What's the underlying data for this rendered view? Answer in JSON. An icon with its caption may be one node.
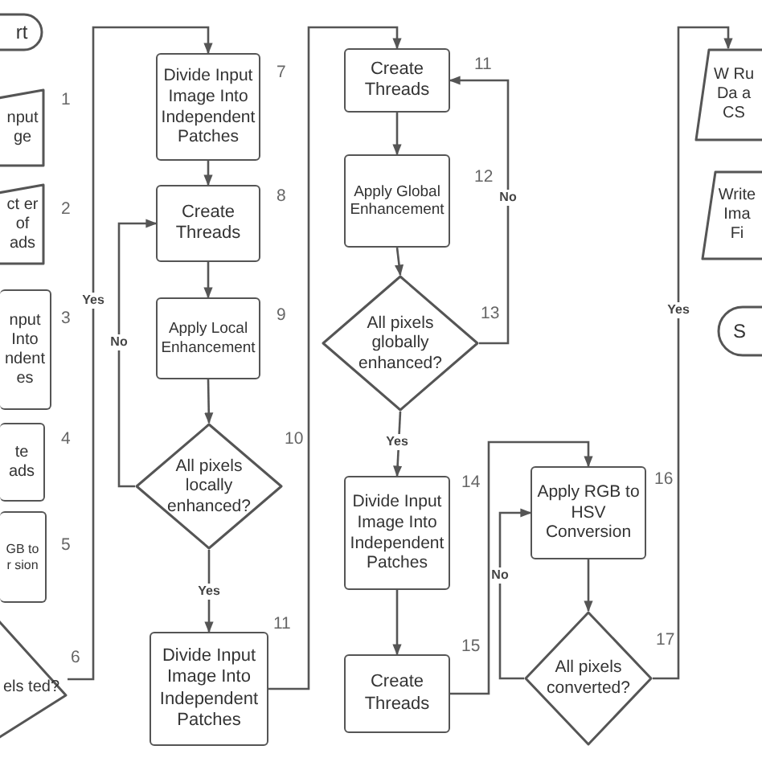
{
  "diagram": {
    "nodes": [
      {
        "text": [
          "rt"
        ]
      },
      {
        "text": [
          "nput ge"
        ],
        "beside": [
          "1"
        ]
      },
      {
        "text": [
          "ct er of ads"
        ],
        "beside": [
          "2"
        ]
      },
      {
        "text": [
          "nput Into ndent es"
        ],
        "beside": [
          "3"
        ]
      },
      {
        "text": [
          "te ads"
        ],
        "beside": [
          "4"
        ]
      },
      {
        "text": [
          "GB to r sion"
        ],
        "beside": [
          "5"
        ]
      },
      {
        "text": [
          "els ted?"
        ],
        "beside": [
          "6"
        ]
      },
      {
        "text": [
          "Divide Input Image Into Independent Patches"
        ],
        "beside": [
          "7"
        ]
      },
      {
        "text": [
          "Create Threads"
        ],
        "beside": [
          "8"
        ]
      },
      {
        "text": [
          "Apply Local Enhancement"
        ],
        "beside": [
          "9"
        ]
      },
      {
        "text": [
          "All pixels locally enhanced?"
        ],
        "beside": [
          "10"
        ]
      },
      {
        "text": [
          "Divide Input Image Into Independent Patches"
        ],
        "beside": [
          "11"
        ]
      },
      {
        "text": [
          "Create Threads"
        ],
        "beside": [
          "11"
        ]
      },
      {
        "text": [
          "Apply Global Enhancement"
        ],
        "beside": [
          "12"
        ]
      },
      {
        "text": [
          "All pixels globally enhanced?"
        ],
        "beside": [
          "13"
        ]
      },
      {
        "text": [
          "Divide Input Image Into Independent Patches"
        ],
        "beside": [
          "14"
        ]
      },
      {
        "text": [
          "Create Threads"
        ],
        "beside": [
          "15"
        ]
      },
      {
        "text": [
          "Apply RGB to HSV Conversion"
        ],
        "beside": [
          "16"
        ]
      },
      {
        "text": [
          "All pixels converted?"
        ],
        "beside": [
          "17"
        ]
      },
      {
        "text": [
          "W Ru Da a CS"
        ]
      },
      {
        "text": [
          "Write Ima Fi"
        ]
      },
      {
        "text": [
          "S"
        ]
      }
    ],
    "edges": [
      {
        "from": 6,
        "to": 7,
        "arrow": "to",
        "label": "Yes"
      },
      {
        "from": 7,
        "to": 8,
        "arrow": "to"
      },
      {
        "from": 8,
        "to": 9,
        "arrow": "to"
      },
      {
        "from": 9,
        "to": 10,
        "arrow": "to"
      },
      {
        "from": 10,
        "to": 8,
        "arrow": "to",
        "label": "No"
      },
      {
        "from": 10,
        "to": 11,
        "arrow": "to",
        "label": "Yes"
      },
      {
        "from": 11,
        "to": 12,
        "arrow": "to"
      },
      {
        "from": 12,
        "to": 13,
        "arrow": "to"
      },
      {
        "from": 13,
        "to": 14,
        "arrow": "to"
      },
      {
        "from": 14,
        "to": 12,
        "arrow": "to",
        "label": "No"
      },
      {
        "from": 14,
        "to": 15,
        "arrow": "to",
        "label": "Yes"
      },
      {
        "from": 15,
        "to": 16,
        "arrow": "to"
      },
      {
        "from": 16,
        "to": 17,
        "arrow": "to"
      },
      {
        "from": 17,
        "to": 18,
        "arrow": "to"
      },
      {
        "from": 18,
        "to": 17,
        "arrow": "to",
        "label": "No"
      },
      {
        "from": 18,
        "to": 19,
        "arrow": "to",
        "label": "Yes"
      }
    ]
  }
}
